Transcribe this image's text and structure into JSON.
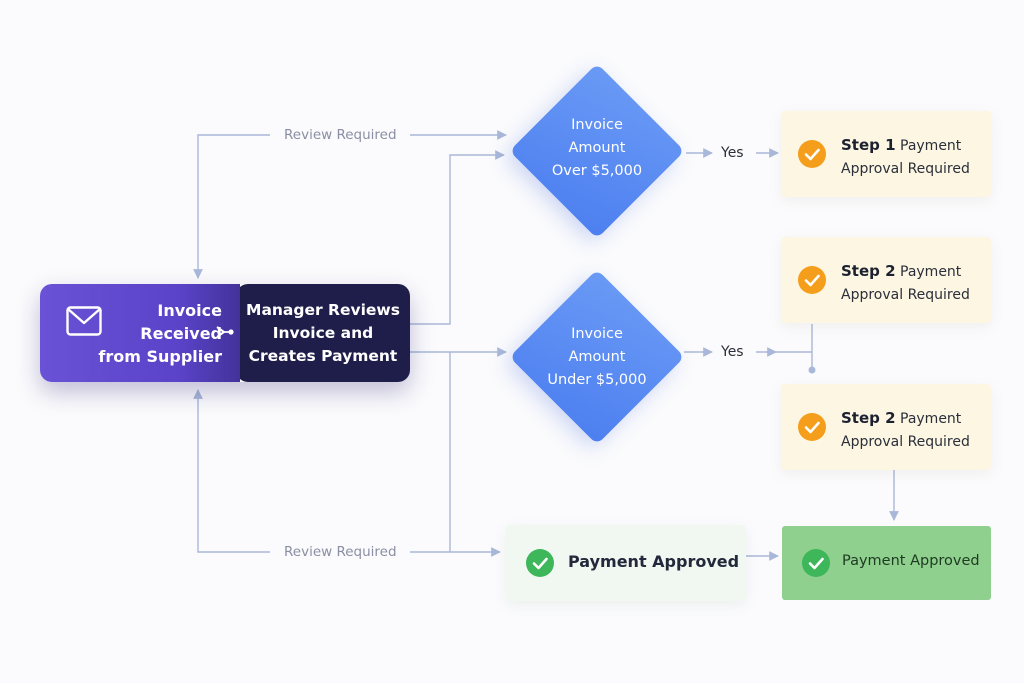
{
  "nodes": {
    "start": {
      "lines": [
        "Invoice",
        "Received",
        "from Supplier"
      ]
    },
    "manager": {
      "lines": [
        "Manager Reviews",
        "Invoice and",
        "Creates Payment"
      ]
    },
    "decision_over": {
      "lines": [
        "Invoice",
        "Amount",
        "Over $5,000"
      ]
    },
    "decision_under": {
      "lines": [
        "Invoice",
        "Amount",
        "Under $5,000"
      ]
    },
    "step1": {
      "step": "Step 1",
      "word": "Payment",
      "sub": "Approval Required"
    },
    "step2a": {
      "step": "Step 2",
      "word": "Payment",
      "sub": "Approval Required"
    },
    "step2b": {
      "step": "Step 2",
      "word": "Payment",
      "sub": "Approval Required"
    },
    "approved_light": {
      "label": "Payment Approved"
    },
    "approved_dark": {
      "label": "Payment Approved"
    }
  },
  "edge_labels": {
    "review_top": "Review Required",
    "review_bottom": "Review Required",
    "yes_top": "Yes",
    "yes_bottom": "Yes"
  },
  "colors": {
    "start": "#6a52d6",
    "manager": "#1f1e4a",
    "decision": "#5b8cf2",
    "step_card": "#fdf6e3",
    "step_check": "#f59e1b",
    "approved_light": "#f1f8f1",
    "approved_dark": "#8fd08e",
    "approved_check": "#3eb65a",
    "edge": "#a9b8d8"
  },
  "icons": {
    "start": "envelope-icon",
    "step": "check-circle-icon",
    "approved": "check-circle-icon"
  }
}
